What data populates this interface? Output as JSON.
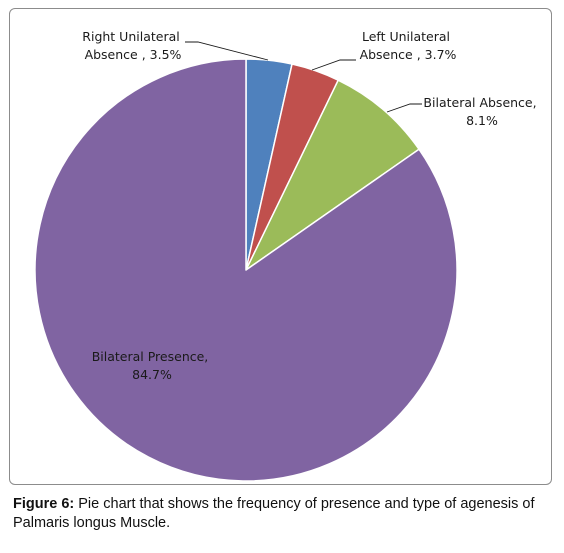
{
  "chart_data": {
    "type": "pie",
    "categories": [
      "Right Unilateral Absence",
      "Left Unilateral Absence",
      "Bilateral Absence",
      "Bilateral Presence"
    ],
    "values": [
      3.5,
      3.7,
      8.1,
      84.7
    ],
    "unit": "%",
    "colors": [
      "#4f81bd",
      "#c0504d",
      "#9bbb59",
      "#8064a2"
    ],
    "start_angle": "12 o'clock",
    "direction": "clockwise",
    "labels": [
      {
        "line1": "Right Unilateral",
        "line2": "Absence , 3.5%"
      },
      {
        "line1": "Left Unilateral",
        "line2": "Absence , 3.7%"
      },
      {
        "line1": "Bilateral Absence,",
        "line2": "8.1%"
      },
      {
        "line1": "Bilateral Presence,",
        "line2": "84.7%"
      }
    ]
  },
  "caption": {
    "label": "Figure 6:",
    "text": " Pie chart that shows the frequency of presence and type of agenesis of Palmaris longus Muscle."
  }
}
